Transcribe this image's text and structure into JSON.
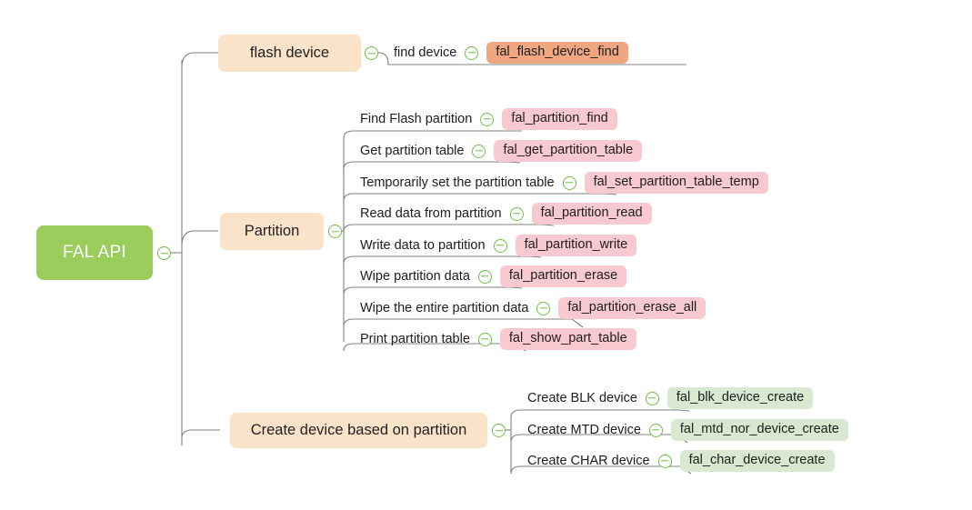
{
  "diagram": {
    "type": "mindmap",
    "title": "FAL API",
    "colors": {
      "root_fill": "#9ACD5B",
      "root_text": "#ffffff",
      "branch_fill": "#FBE3C9",
      "badge_pink": "#F9C9D2",
      "badge_orange": "#EFA681",
      "badge_green": "#D9E8D0",
      "edge_stroke": "#808080",
      "toggle_stroke": "#6DBE45"
    }
  },
  "root": {
    "label": "FAL API",
    "toggle_icon": "collapse-circle-icon"
  },
  "branches": [
    {
      "id": "flash-device",
      "label": "flash device",
      "toggle_icon": "collapse-circle-icon",
      "badge_color": "orange",
      "leaves": [
        {
          "label": "find device",
          "api": "fal_flash_device_find",
          "toggle_icon": "collapse-circle-icon"
        }
      ]
    },
    {
      "id": "partition",
      "label": "Partition",
      "toggle_icon": "collapse-circle-icon",
      "badge_color": "pink",
      "leaves": [
        {
          "label": "Find Flash partition",
          "api": "fal_partition_find",
          "toggle_icon": "collapse-circle-icon"
        },
        {
          "label": "Get partition table",
          "api": "fal_get_partition_table",
          "toggle_icon": "collapse-circle-icon"
        },
        {
          "label": "Temporarily set the partition table",
          "api": "fal_set_partition_table_temp",
          "toggle_icon": "collapse-circle-icon"
        },
        {
          "label": "Read data from partition",
          "api": "fal_partition_read",
          "toggle_icon": "collapse-circle-icon"
        },
        {
          "label": "Write data to partition",
          "api": "fal_partition_write",
          "toggle_icon": "collapse-circle-icon"
        },
        {
          "label": "Wipe partition data",
          "api": "fal_partition_erase",
          "toggle_icon": "collapse-circle-icon"
        },
        {
          "label": "Wipe the entire partition data",
          "api": "fal_partition_erase_all",
          "toggle_icon": "collapse-circle-icon"
        },
        {
          "label": "Print partition table",
          "api": "fal_show_part_table",
          "toggle_icon": "collapse-circle-icon"
        }
      ]
    },
    {
      "id": "create-device",
      "label": "Create device based on partition",
      "toggle_icon": "collapse-circle-icon",
      "badge_color": "green",
      "leaves": [
        {
          "label": "Create BLK device",
          "api": "fal_blk_device_create",
          "toggle_icon": "collapse-circle-icon"
        },
        {
          "label": "Create MTD device",
          "api": "fal_mtd_nor_device_create",
          "toggle_icon": "collapse-circle-icon"
        },
        {
          "label": "Create CHAR device",
          "api": "fal_char_device_create",
          "toggle_icon": "collapse-circle-icon"
        }
      ]
    }
  ]
}
